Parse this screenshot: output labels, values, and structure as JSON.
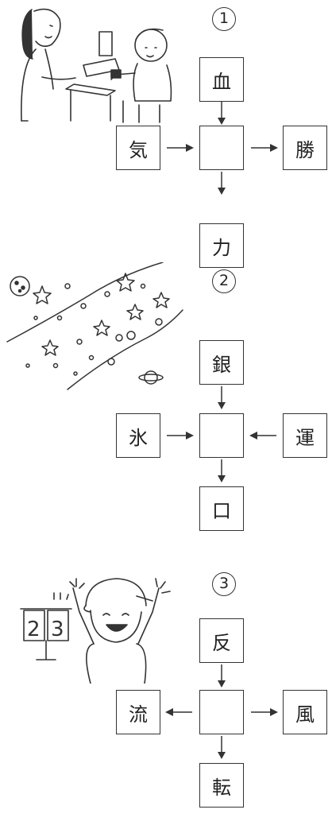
{
  "puzzles": [
    {
      "number": "1",
      "top": "血",
      "left": "気",
      "right": "勝",
      "bottom": "力",
      "center": "",
      "illustration": "blood-pressure-check-icon"
    },
    {
      "number": "2",
      "top": "銀",
      "left": "氷",
      "right": "運",
      "bottom": "口",
      "center": "",
      "illustration": "galaxy-stars-icon"
    },
    {
      "number": "3",
      "top": "反",
      "left": "流",
      "right": "風",
      "bottom": "転",
      "center": "",
      "illustration": "cheering-child-scoreboard-icon"
    }
  ],
  "colors": {
    "line": "#333333",
    "background": "#ffffff"
  }
}
